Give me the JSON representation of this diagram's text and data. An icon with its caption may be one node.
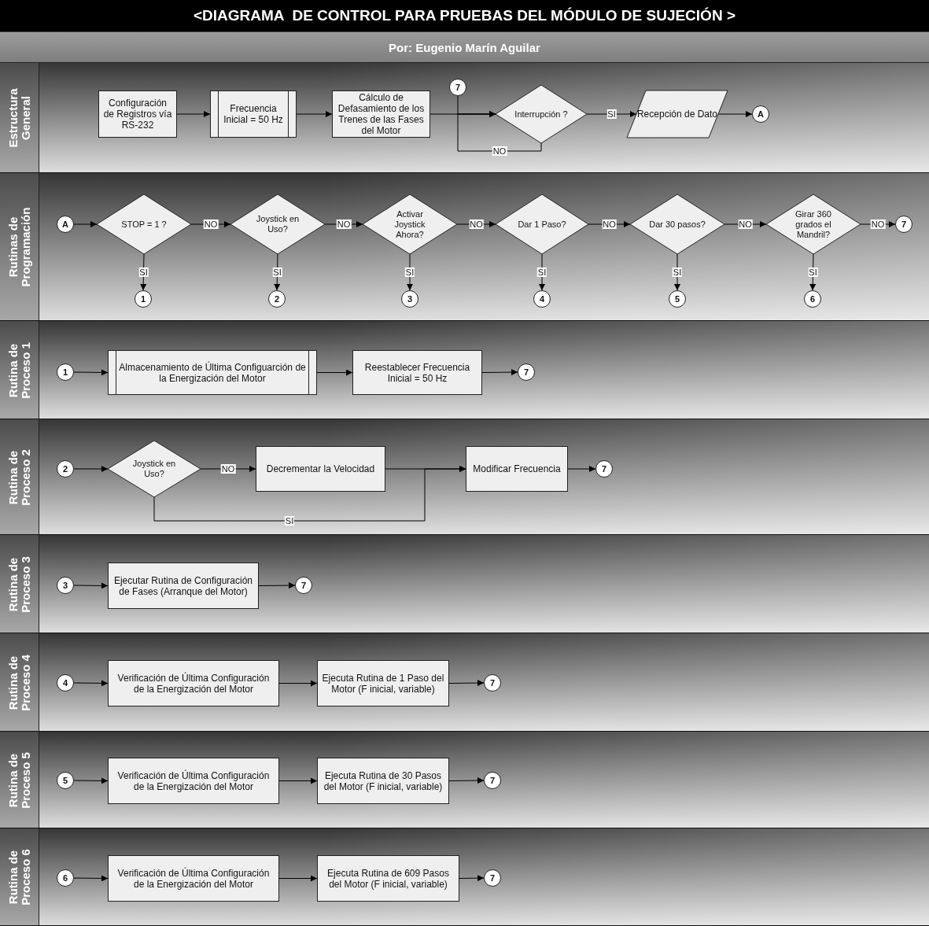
{
  "diagram": {
    "title": "<DIAGRAMA  DE CONTROL PARA PRUEBAS DEL MÓDULO DE SUJECIÓN >",
    "labels": [
      "Por: Eugenio Marín Aguilar"
    ],
    "nodes": [
      {
        "text": [
          "Estructura General"
        ]
      },
      {
        "text": [
          "Configuración de Registros vía RS-232"
        ],
        "in": 0
      },
      {
        "text": [
          "Frecuencia Inicial = 50 Hz"
        ],
        "in": 0
      },
      {
        "text": [
          "Cálculo de Defasamiento de los Trenes de las Fases del Motor"
        ],
        "in": 0
      },
      {
        "text": [
          "7"
        ],
        "in": 0
      },
      {
        "text": [
          "Interrupción ?"
        ],
        "in": 0
      },
      {
        "text": [
          "Recepción de Dato"
        ],
        "in": 0
      },
      {
        "text": [
          "A"
        ],
        "in": 0
      },
      {
        "text": [
          "Rutinas de Programación"
        ]
      },
      {
        "text": [
          "A"
        ],
        "in": 8
      },
      {
        "text": [
          "STOP = 1 ?"
        ],
        "in": 8
      },
      {
        "text": [
          "Joystick en Uso?"
        ],
        "in": 8
      },
      {
        "text": [
          "Activar Joystick Ahora?"
        ],
        "in": 8
      },
      {
        "text": [
          "Dar 1 Paso?"
        ],
        "in": 8
      },
      {
        "text": [
          "Dar 30 pasos?"
        ],
        "in": 8
      },
      {
        "text": [
          "Girar 360 grados el Mandril?"
        ],
        "in": 8
      },
      {
        "text": [
          "7"
        ],
        "in": 8
      },
      {
        "text": [
          "1"
        ],
        "in": 8
      },
      {
        "text": [
          "2"
        ],
        "in": 8
      },
      {
        "text": [
          "3"
        ],
        "in": 8
      },
      {
        "text": [
          "4"
        ],
        "in": 8
      },
      {
        "text": [
          "5"
        ],
        "in": 8
      },
      {
        "text": [
          "6"
        ],
        "in": 8
      },
      {
        "text": [
          "Rutina de Proceso 1"
        ]
      },
      {
        "text": [
          "1"
        ],
        "in": 23
      },
      {
        "text": [
          "Almacenamiento de Última Configuarción de la Energización del Motor"
        ],
        "in": 23
      },
      {
        "text": [
          "Reestablecer Frecuencia Inicial = 50 Hz"
        ],
        "in": 23
      },
      {
        "text": [
          "7"
        ],
        "in": 23
      },
      {
        "text": [
          "Rutina de Proceso 2"
        ]
      },
      {
        "text": [
          "2"
        ],
        "in": 28
      },
      {
        "text": [
          "Joystick en Uso?"
        ],
        "in": 28
      },
      {
        "text": [
          "Decrementar la Velocidad"
        ],
        "in": 28
      },
      {
        "text": [
          "Modificar Frecuencia"
        ],
        "in": 28
      },
      {
        "text": [
          "7"
        ],
        "in": 28
      },
      {
        "text": [
          "Rutina de Proceso 3"
        ]
      },
      {
        "text": [
          "3"
        ],
        "in": 34
      },
      {
        "text": [
          "Ejecutar Rutina de Configuración de Fases (Arranque del Motor)"
        ],
        "in": 34
      },
      {
        "text": [
          "7"
        ],
        "in": 34
      },
      {
        "text": [
          "Rutina de Proceso 4"
        ]
      },
      {
        "text": [
          "4"
        ],
        "in": 38
      },
      {
        "text": [
          "Verificación de Última Configuración de la Energización del Motor"
        ],
        "in": 38
      },
      {
        "text": [
          "Ejecuta Rutina de 1 Paso del Motor (F inicial, variable)"
        ],
        "in": 38
      },
      {
        "text": [
          "7"
        ],
        "in": 38
      },
      {
        "text": [
          "Rutina de Proceso 5"
        ]
      },
      {
        "text": [
          "5"
        ],
        "in": 43
      },
      {
        "text": [
          "Verificación de Última Configuración de la Energización del Motor"
        ],
        "in": 43
      },
      {
        "text": [
          "Ejecuta Rutina de 30 Pasos del Motor (F inicial, variable)"
        ],
        "in": 43
      },
      {
        "text": [
          "7"
        ],
        "in": 43
      },
      {
        "text": [
          "Rutina de Proceso 6"
        ]
      },
      {
        "text": [
          "6"
        ],
        "in": 48
      },
      {
        "text": [
          "Verificación de Última Configuración de la Energización del Motor"
        ],
        "in": 48
      },
      {
        "text": [
          "Ejecuta Rutina de 609 Pasos del Motor (F inicial, variable)"
        ],
        "in": 48
      },
      {
        "text": [
          "7"
        ],
        "in": 48
      }
    ],
    "edges": [
      {
        "from": 1,
        "to": 2,
        "arrow": "to"
      },
      {
        "from": 2,
        "to": 3,
        "arrow": "to"
      },
      {
        "from": 3,
        "to": 5,
        "arrow": "to"
      },
      {
        "from": 4,
        "to": 5,
        "arrow": "to"
      },
      {
        "from": 5,
        "to": 5,
        "label": "NO",
        "arrow": "to"
      },
      {
        "from": 5,
        "to": 6,
        "label": "SI",
        "arrow": "to"
      },
      {
        "from": 6,
        "to": 7,
        "arrow": "to"
      },
      {
        "from": 9,
        "to": 10,
        "arrow": "to"
      },
      {
        "from": 10,
        "to": 11,
        "label": "NO",
        "arrow": "to"
      },
      {
        "from": 11,
        "to": 12,
        "label": "NO",
        "arrow": "to"
      },
      {
        "from": 12,
        "to": 13,
        "label": "NO",
        "arrow": "to"
      },
      {
        "from": 13,
        "to": 14,
        "label": "NO",
        "arrow": "to"
      },
      {
        "from": 14,
        "to": 15,
        "label": "NO",
        "arrow": "to"
      },
      {
        "from": 15,
        "to": 16,
        "label": "NO",
        "arrow": "to"
      },
      {
        "from": 10,
        "to": 17,
        "label": "SI",
        "arrow": "to"
      },
      {
        "from": 11,
        "to": 18,
        "label": "SI",
        "arrow": "to"
      },
      {
        "from": 12,
        "to": 19,
        "label": "SI",
        "arrow": "to"
      },
      {
        "from": 13,
        "to": 20,
        "label": "SI",
        "arrow": "to"
      },
      {
        "from": 14,
        "to": 21,
        "label": "SI",
        "arrow": "to"
      },
      {
        "from": 15,
        "to": 22,
        "label": "SI",
        "arrow": "to"
      },
      {
        "from": 24,
        "to": 25,
        "arrow": "to"
      },
      {
        "from": 25,
        "to": 26,
        "arrow": "to"
      },
      {
        "from": 26,
        "to": 27,
        "arrow": "to"
      },
      {
        "from": 29,
        "to": 30,
        "arrow": "to"
      },
      {
        "from": 30,
        "to": 31,
        "label": "NO",
        "arrow": "to"
      },
      {
        "from": 31,
        "to": 32,
        "arrow": "to"
      },
      {
        "from": 30,
        "to": 32,
        "label": "SI",
        "arrow": "to"
      },
      {
        "from": 32,
        "to": 33,
        "arrow": "to"
      },
      {
        "from": 35,
        "to": 36,
        "arrow": "to"
      },
      {
        "from": 36,
        "to": 37,
        "arrow": "to"
      },
      {
        "from": 39,
        "to": 40,
        "arrow": "to"
      },
      {
        "from": 40,
        "to": 41,
        "arrow": "to"
      },
      {
        "from": 41,
        "to": 42,
        "arrow": "to"
      },
      {
        "from": 44,
        "to": 45,
        "arrow": "to"
      },
      {
        "from": 45,
        "to": 46,
        "arrow": "to"
      },
      {
        "from": 46,
        "to": 47,
        "arrow": "to"
      },
      {
        "from": 49,
        "to": 50,
        "arrow": "to"
      },
      {
        "from": 50,
        "to": 51,
        "arrow": "to"
      },
      {
        "from": 51,
        "to": 52,
        "arrow": "to"
      }
    ]
  }
}
